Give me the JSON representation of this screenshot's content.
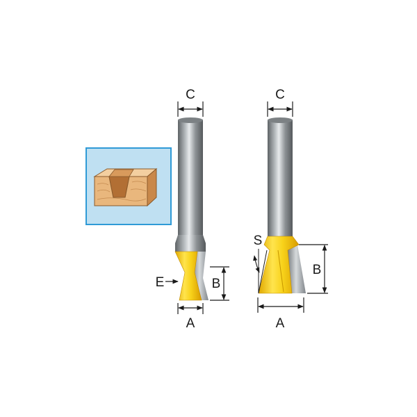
{
  "labels": {
    "small_bit": {
      "c": "C",
      "a": "A",
      "b": "B",
      "e": "E"
    },
    "large_bit": {
      "c": "C",
      "a": "A",
      "b": "B",
      "s": "S"
    }
  },
  "colors": {
    "shank": "#8e9396",
    "cutter": "#f7d21a",
    "inset_bg": "#bfe0f2",
    "inset_border": "#2f9ad6",
    "wood_top": "#f3cfa0",
    "wood_front": "#e9b77d",
    "wood_side": "#c9884a"
  }
}
